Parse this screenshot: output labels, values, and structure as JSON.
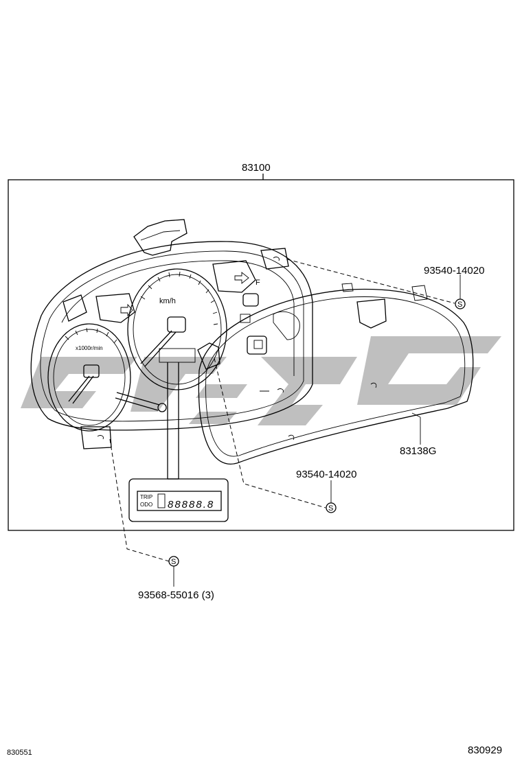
{
  "assembly": {
    "part_number": "83100"
  },
  "callouts": [
    {
      "id": "screw-right-upper",
      "part_number": "93540-14020",
      "symbol": "S"
    },
    {
      "id": "screw-center-lower",
      "part_number": "93540-14020",
      "symbol": "S"
    },
    {
      "id": "screw-bottom",
      "part_number": "93568-55016 (3)",
      "symbol": "S"
    },
    {
      "id": "glass",
      "part_number": "83138G"
    }
  ],
  "gauge_text": {
    "speed_unit": "km/h",
    "tach_unit": "x1000r/min",
    "fuel_mark": "F",
    "odometer_mode_top": "TRIP",
    "odometer_mode_bottom": "ODO",
    "odometer_digits": "88888.8"
  },
  "footer": {
    "left_code": "830551",
    "right_code": "830929"
  }
}
